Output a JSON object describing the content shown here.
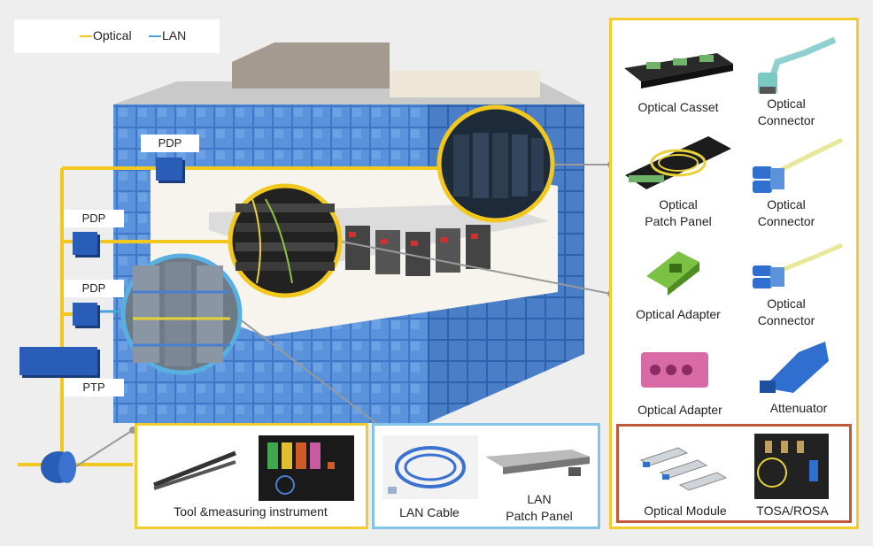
{
  "legend": {
    "optical": "Optical",
    "lan": "LAN",
    "colors": {
      "optical": "#f2c81e",
      "lan": "#4aa3d8"
    }
  },
  "building_labels": {
    "pdp_top": "PDP",
    "pdp_mid": "PDP",
    "pdp_low": "PDP",
    "ptp": "PTP"
  },
  "optical_products": [
    {
      "label_line1": "Optical Casset",
      "label_line2": ""
    },
    {
      "label_line1": "Optical",
      "label_line2": "Connector"
    },
    {
      "label_line1": "Optical",
      "label_line2": "Patch Panel"
    },
    {
      "label_line1": "Optical",
      "label_line2": "Connector"
    },
    {
      "label_line1": "Optical Adapter",
      "label_line2": ""
    },
    {
      "label_line1": "Optical",
      "label_line2": "Connector"
    },
    {
      "label_line1": "Optical Adapter",
      "label_line2": ""
    },
    {
      "label_line1": "Attenuator",
      "label_line2": ""
    }
  ],
  "module_products": [
    {
      "label": "Optical Module"
    },
    {
      "label": "TOSA/ROSA"
    }
  ],
  "tools_panel": {
    "label": "Tool  &measuring instrument"
  },
  "lan_products": [
    {
      "label_line1": "LAN Cable",
      "label_line2": ""
    },
    {
      "label_line1": "LAN",
      "label_line2": "Patch Panel"
    }
  ]
}
